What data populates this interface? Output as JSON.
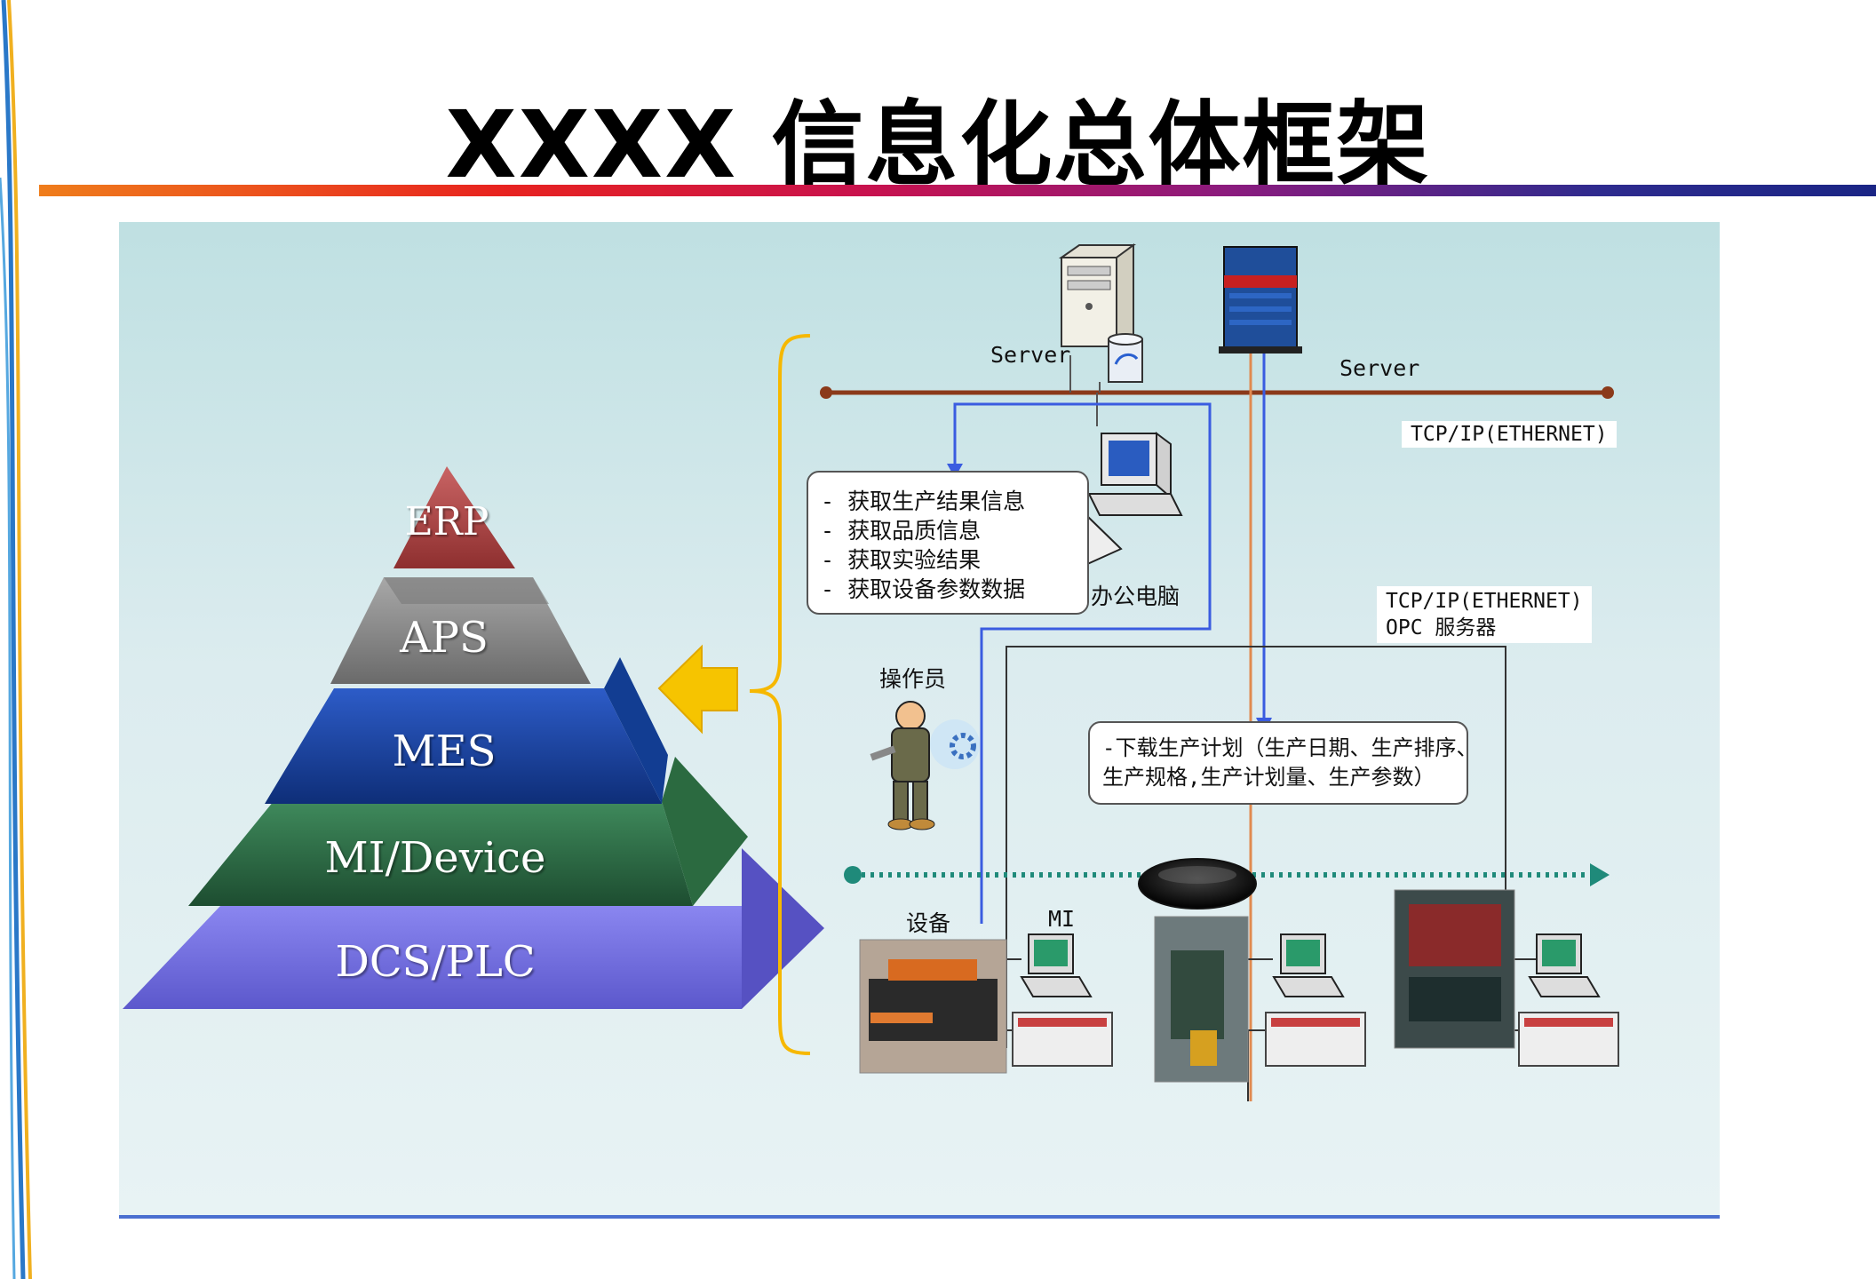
{
  "title": "XXXX 信息化总体框架",
  "pyramid": {
    "levels": [
      {
        "label": "ERP",
        "color": "#b04a4a"
      },
      {
        "label": "APS",
        "color": "#8a8a8a"
      },
      {
        "label": "MES",
        "color": "#1a3f9a"
      },
      {
        "label": "MI/Device",
        "color": "#2e6b44"
      },
      {
        "label": "DCS/PLC",
        "color": "#6f6be0"
      }
    ]
  },
  "network": {
    "server_left_label": "Server",
    "server_right_label": "Server",
    "tcp_label_1": "TCP/IP(ETHERNET)",
    "tcp_label_2_line1": "TCP/IP(ETHERNET)",
    "tcp_label_2_line2": "OPC 服务器",
    "office_pc_label": "办公电脑",
    "operator_label": "操作员",
    "equipment_label": "设备",
    "mi_label": "MI"
  },
  "info_box": {
    "lines": [
      "- 获取生产结果信息",
      "- 获取品质信息",
      "- 获取实验结果",
      "- 获取设备参数数据"
    ]
  },
  "download_box": {
    "lines": [
      "-下载生产计划（生产日期、生产排序、",
      "生产规格,生产计划量、生产参数）"
    ]
  },
  "colors": {
    "bus": "#8b3a1a",
    "blue_line": "#3a5ce0",
    "orange_line": "#e08a50",
    "green_dotted": "#1f8a7a",
    "arrow": "#f6b800",
    "brace": "#f6b800"
  }
}
